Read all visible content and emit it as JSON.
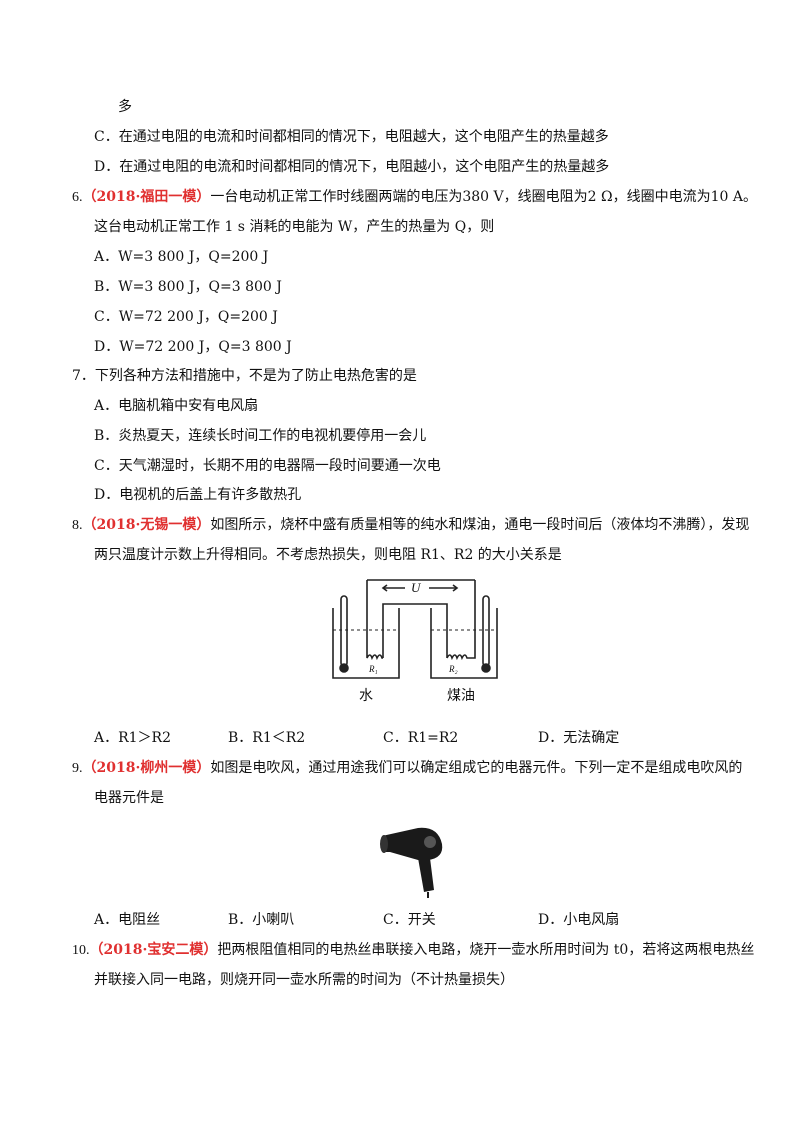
{
  "q5": {
    "cont": "多",
    "optC": "C．在通过电阻的电流和时间都相同的情况下，电阻越大，这个电阻产生的热量越多",
    "optD": "D．在通过电阻的电流和时间都相同的情况下，电阻越小，这个电阻产生的热量越多"
  },
  "q6": {
    "num": "6.",
    "tag": "（2018·福田一模）",
    "stem1": "一台电动机正常工作时线圈两端的电压为380 V，线圈电阻为2 Ω，线圈中电流为10 A。",
    "stem2": "这台电动机正常工作 1 s 消耗的电能为 W，产生的热量为 Q，则",
    "options": [
      "A．W=3 800 J，Q=200 J",
      "B．W=3 800 J，Q=3 800 J",
      "C．W=72 200 J，Q=200 J",
      "D．W=72 200 J，Q=3 800 J"
    ]
  },
  "q7": {
    "stem": "7．下列各种方法和措施中，不是为了防止电热危害的是",
    "options": [
      "A．电脑机箱中安有电风扇",
      "B．炎热夏天，连续长时间工作的电视机要停用一会儿",
      "C．天气潮湿时，长期不用的电器隔一段时间要通一次电",
      "D．电视机的后盖上有许多散热孔"
    ]
  },
  "q8": {
    "num": "8.",
    "tag": "（2018·无锡一模）",
    "stem1": "如图所示，烧杯中盛有质量相等的纯水和煤油，通电一段时间后（液体均不沸腾），发现",
    "stem2": "两只温度计示数上升得相同。不考虑热损失，则电阻 R1、R2 的大小关系是",
    "fig": {
      "u": "U",
      "r1": "R₁",
      "r2": "R₂",
      "water": "水",
      "oil": "煤油"
    },
    "options": [
      "A．R1＞R2",
      "B．R1＜R2",
      "C．R1=R2",
      "D．无法确定"
    ]
  },
  "q9": {
    "num": "9.",
    "tag": "（2018·柳州一模）",
    "stem1": "如图是电吹风，通过用途我们可以确定组成它的电器元件。下列一定不是组成电吹风的",
    "stem2": "电器元件是",
    "options": [
      "A．电阻丝",
      "B．小喇叭",
      "C．开关",
      "D．小电风扇"
    ]
  },
  "q10": {
    "num": "10.",
    "tag": "（2018·宝安二模）",
    "stem1": "把两根阻值相同的电热丝串联接入电路，烧开一壶水所用时间为 t0，若将这两根电热丝",
    "stem2": "并联接入同一电路，则烧开同一壶水所需的时间为（不计热量损失）"
  }
}
